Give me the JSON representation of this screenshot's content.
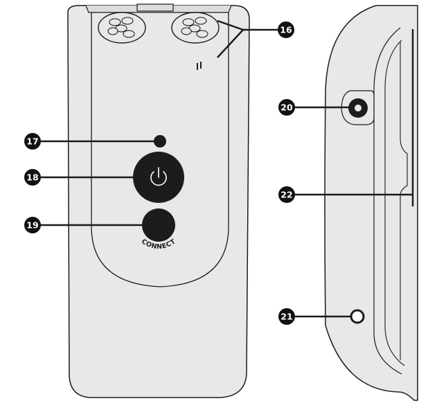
{
  "callouts": [
    {
      "id": "callout-16",
      "number": "16"
    },
    {
      "id": "callout-17",
      "number": "17"
    },
    {
      "id": "callout-18",
      "number": "18"
    },
    {
      "id": "callout-19",
      "number": "19"
    },
    {
      "id": "callout-20",
      "number": "20"
    },
    {
      "id": "callout-21",
      "number": "21"
    },
    {
      "id": "callout-22",
      "number": "22"
    }
  ],
  "connect_label": "CONNECT",
  "colors": {
    "device_fill": "#e8e8e8",
    "outline": "#1a1a1a",
    "button_fill": "#1c1c1c",
    "callout_fill": "#111111",
    "callout_text": "#ffffff"
  },
  "icons": {
    "power_button": "power-icon",
    "charging_contacts": "five-pin-contact-icon"
  }
}
